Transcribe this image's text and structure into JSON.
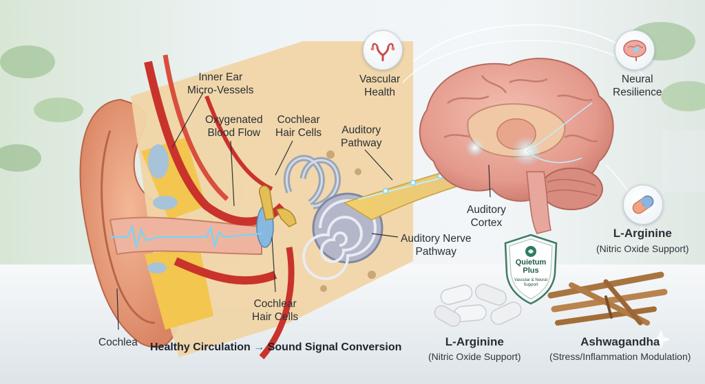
{
  "labels": {
    "inner_ear_vessels": [
      "Inner Ear",
      "Micro-Vessels"
    ],
    "oxygenated_flow": [
      "Oxygenated",
      "Blood Flow"
    ],
    "hair_cells_top": [
      "Cochlear",
      "Hair Cells"
    ],
    "auditory_pathway": [
      "Auditory",
      "Pathway"
    ],
    "vascular_health": [
      "Vascular",
      "Health"
    ],
    "neural_resilience": [
      "Neural",
      "Resilience"
    ],
    "auditory_cortex": [
      "Auditory",
      "Cortex"
    ],
    "auditory_nerve": [
      "Auditory Nerve",
      "Pathway"
    ],
    "hair_cells_bottom": [
      "Cochlear",
      "Hair Cells"
    ],
    "cochlea": "Cochlea"
  },
  "caption": {
    "left": "Healthy Circulation",
    "arrow": "→",
    "right": "Sound Signal Conversion"
  },
  "ingredients": [
    {
      "name": "L-Arginine",
      "desc": "(Nitric Oxide Support)"
    },
    {
      "name": "L-Arginine",
      "desc": "(Nitric Oxide Support)"
    },
    {
      "name": "Ashwagandha",
      "desc": "(Stress/Inflammation Modulation)"
    }
  ],
  "product": {
    "brand_line1": "Quietum",
    "brand_line2": "Plus",
    "tagline": "Vascular & Neural Support"
  },
  "icons": [
    "vascular-uterus-icon",
    "neural-brain-icon",
    "capsule-icon"
  ],
  "colors": {
    "artery": "#c9332c",
    "tissue": "#e7c88e",
    "ear_skin": "#e8a07c",
    "brain": "#e9a49a",
    "nerve": "#e6b84a",
    "signal": "#7fd2f2",
    "text": "#2a2f36"
  }
}
